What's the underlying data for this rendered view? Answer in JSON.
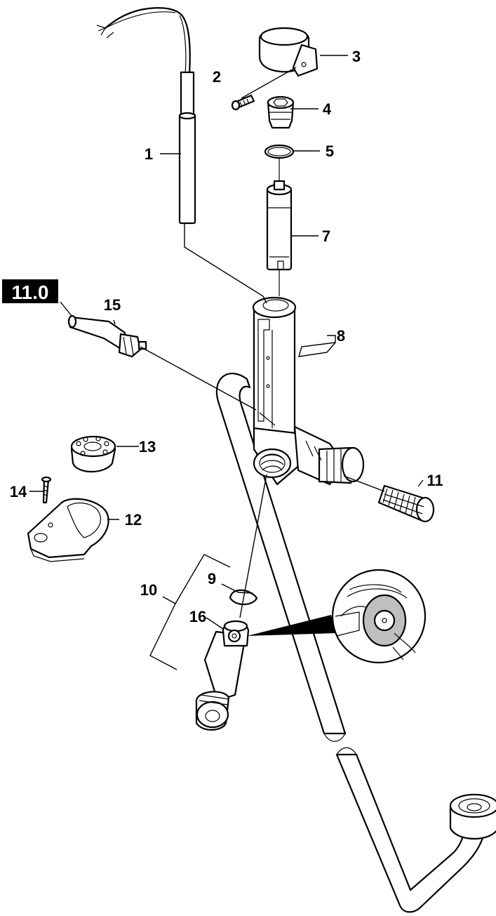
{
  "sheet_ref": {
    "text": "11.0",
    "bg": "#000000",
    "fg": "#ffffff"
  },
  "callouts": [
    {
      "id": "1",
      "text": "1"
    },
    {
      "id": "2",
      "text": "2"
    },
    {
      "id": "3",
      "text": "3"
    },
    {
      "id": "4",
      "text": "4"
    },
    {
      "id": "5",
      "text": "5"
    },
    {
      "id": "7",
      "text": "7"
    },
    {
      "id": "8",
      "text": "8"
    },
    {
      "id": "9",
      "text": "9"
    },
    {
      "id": "10",
      "text": "10"
    },
    {
      "id": "11",
      "text": "11"
    },
    {
      "id": "12",
      "text": "12"
    },
    {
      "id": "13",
      "text": "13"
    },
    {
      "id": "14",
      "text": "14"
    },
    {
      "id": "15",
      "text": "15"
    },
    {
      "id": "16",
      "text": "16"
    }
  ],
  "colors": {
    "line": "#000000",
    "fill": "#ffffff"
  }
}
